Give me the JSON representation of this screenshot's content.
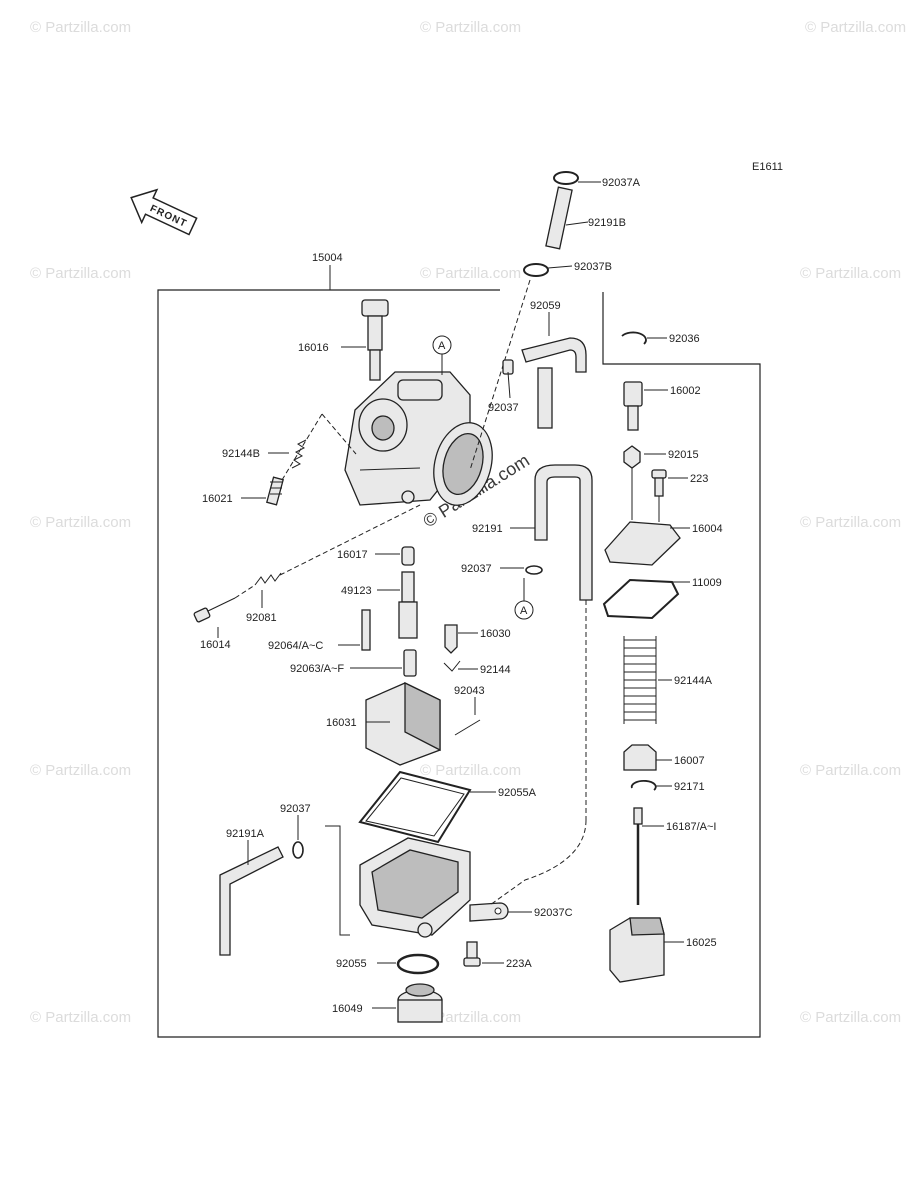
{
  "diagram_code": "E1611",
  "front_label": "FRONT",
  "watermark": "© Partzilla.com",
  "center_watermark": "© Partzilla.com",
  "callout_letter": "A",
  "labels": {
    "p15004": "15004",
    "p92037A": "92037A",
    "p92191B": "92191B",
    "p92037B": "92037B",
    "p92059": "92059",
    "p92036": "92036",
    "p16016": "16016",
    "p16002": "16002",
    "p92037_top": "92037",
    "p92015": "92015",
    "p92144B": "92144B",
    "p223": "223",
    "p16021": "16021",
    "p92191": "92191",
    "p16004": "16004",
    "p16017": "16017",
    "p92037_mid": "92037",
    "p11009": "11009",
    "p49123": "49123",
    "p92081": "92081",
    "p16014": "16014",
    "p92064": "92064/A~C",
    "p16030": "16030",
    "p92063": "92063/A~F",
    "p92144": "92144",
    "p92144A": "92144A",
    "p92043": "92043",
    "p16031": "16031",
    "p16007": "16007",
    "p92171": "92171",
    "p92055A": "92055A",
    "p92037_low": "92037",
    "p16187": "16187/A~I",
    "p92191A": "92191A",
    "p92037C": "92037C",
    "p16025": "16025",
    "p92055": "92055",
    "p223A": "223A",
    "p16049": "16049"
  }
}
